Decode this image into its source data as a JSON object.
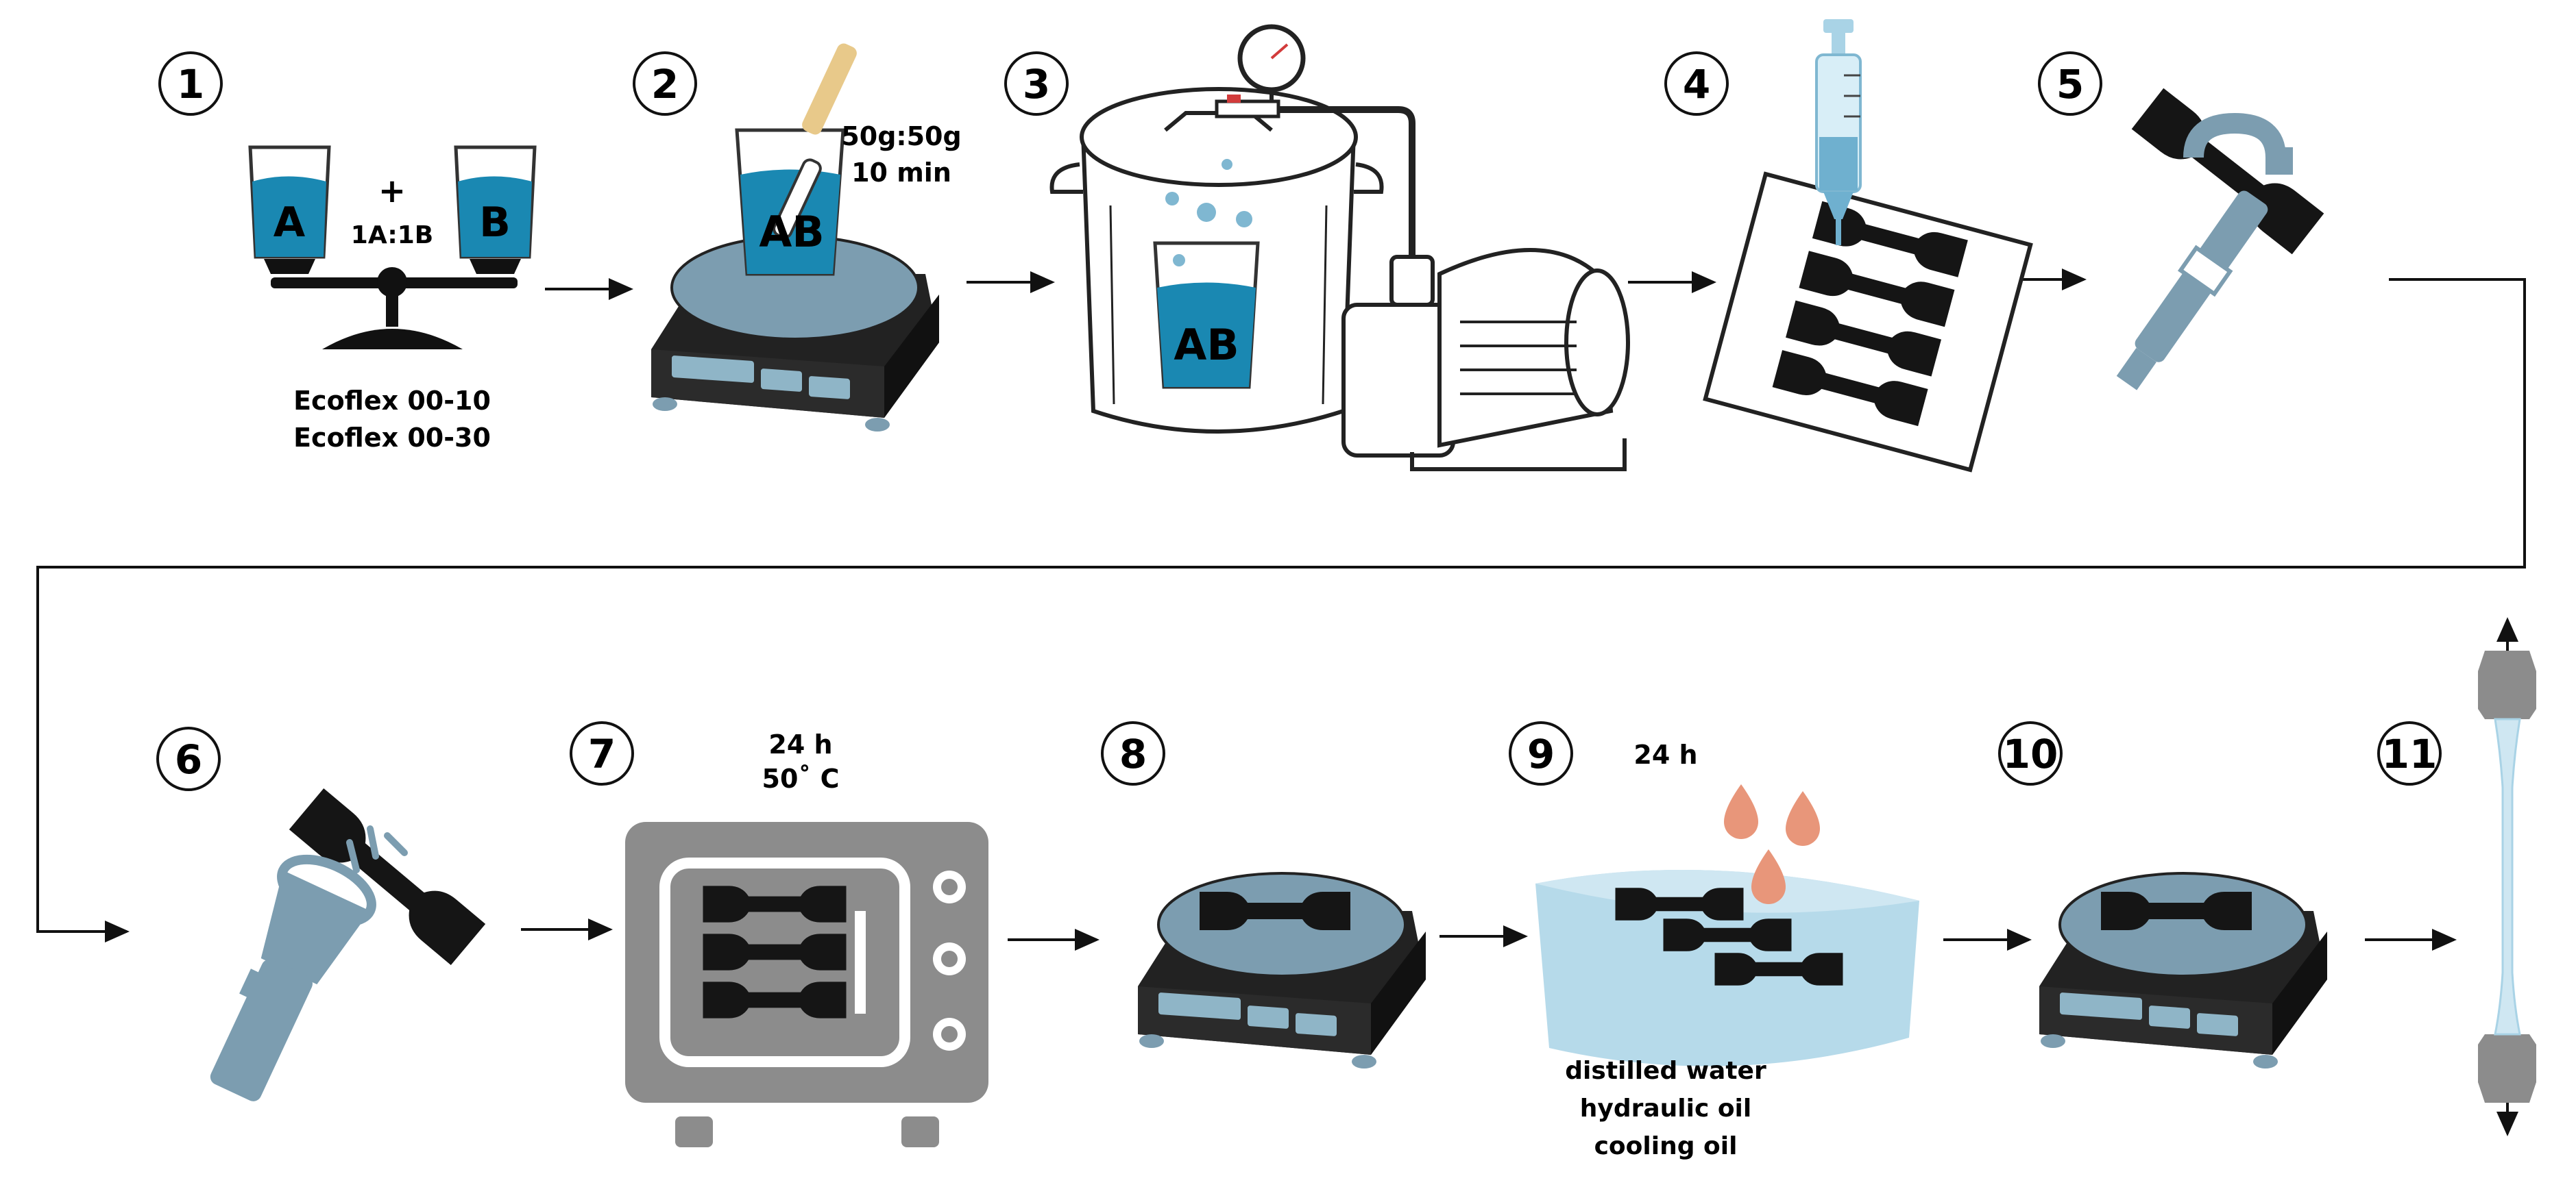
{
  "colors": {
    "blue": "#1a88b2",
    "grey": "#8c8c8c",
    "steelblue": "#7c9db0",
    "paleblue": "#a9d3e6",
    "dark": "#101010",
    "peach": "#e8967a"
  },
  "steps": [
    {
      "number": "1",
      "lines": [
        "Ecoflex 00-10",
        "Ecoflex 00-30"
      ],
      "ratio": "1A:1B",
      "plus": "+",
      "cup_a": "A",
      "cup_b": "B",
      "icon": "balance-scale-icon"
    },
    {
      "number": "2",
      "lines": [
        "50g:50g",
        "10 min"
      ],
      "cup": "AB",
      "icon": "digital-scale-mixing-icon"
    },
    {
      "number": "3",
      "cup": "AB",
      "icon": "vacuum-degassing-icon"
    },
    {
      "number": "4",
      "icon": "syringe-mold-icon"
    },
    {
      "number": "5",
      "icon": "caliper-icon"
    },
    {
      "number": "6",
      "icon": "flashlight-inspection-icon"
    },
    {
      "number": "7",
      "lines": [
        "24 h",
        "50˚ C"
      ],
      "icon": "oven-icon"
    },
    {
      "number": "8",
      "icon": "digital-scale-icon"
    },
    {
      "number": "9",
      "lines": [
        "24 h"
      ],
      "liquids": [
        "distilled water",
        "hydraulic oil",
        "cooling oil"
      ],
      "icon": "liquid-immersion-icon"
    },
    {
      "number": "10",
      "icon": "digital-scale-icon"
    },
    {
      "number": "11",
      "icon": "tensile-test-icon"
    }
  ]
}
